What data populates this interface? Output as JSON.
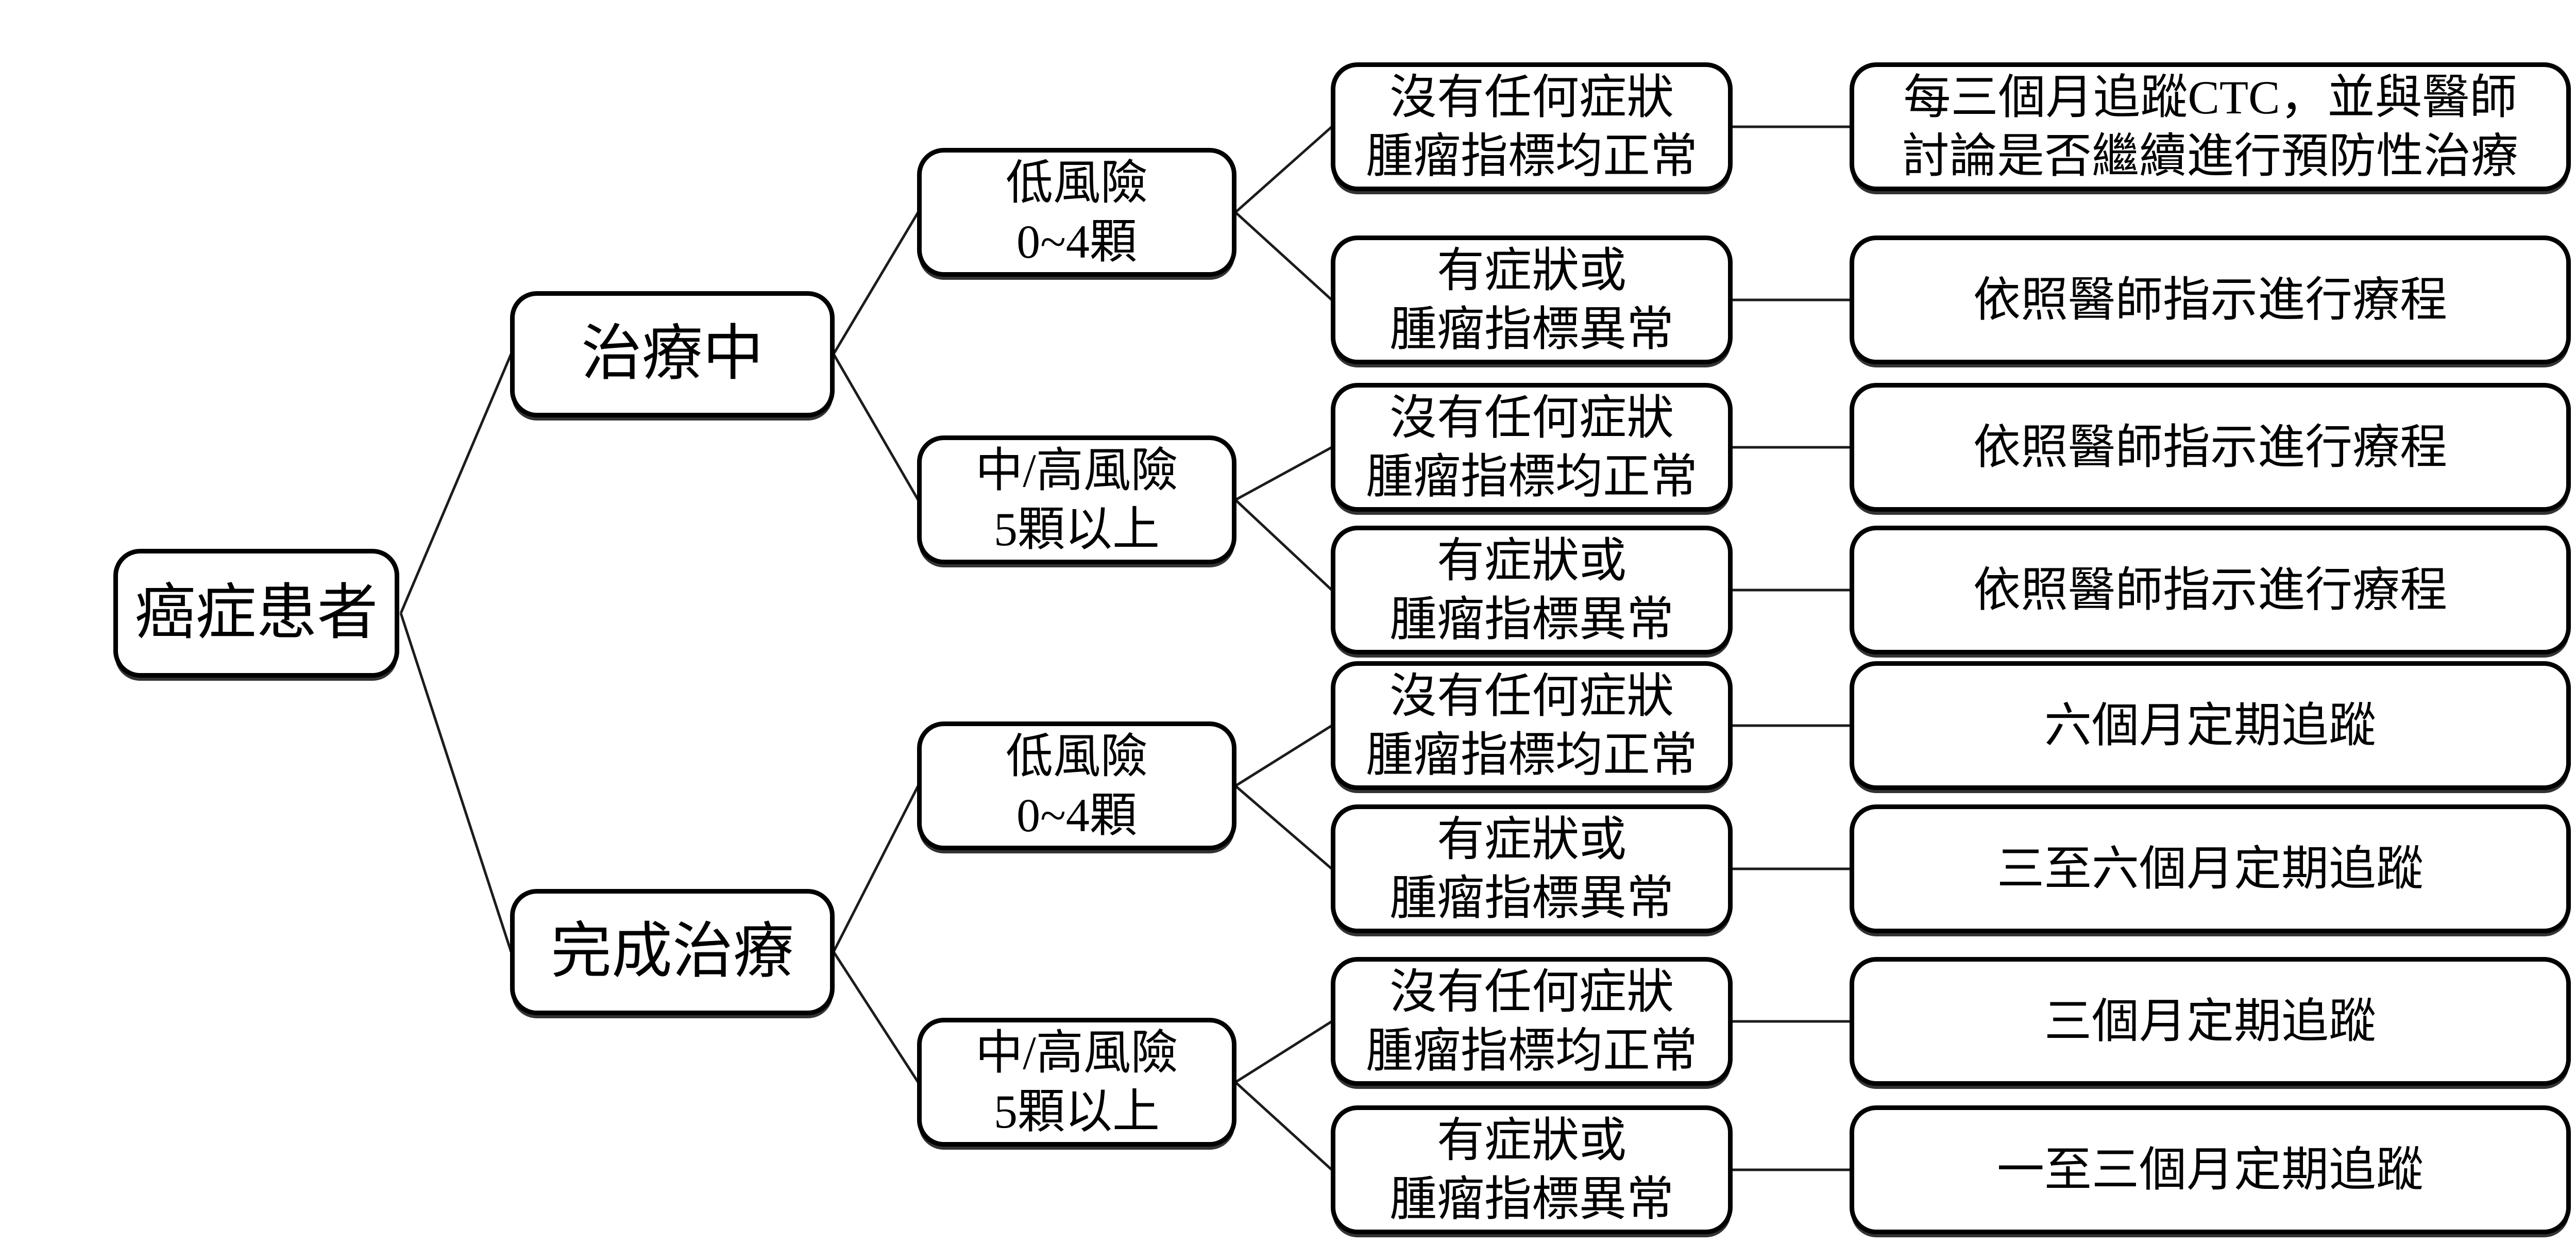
{
  "colors": {
    "background": "#ffffff",
    "box_border": "#000000",
    "connector_line": "#1c1c1c"
  },
  "flowchart": {
    "root": {
      "label": "癌症患者"
    },
    "branches": [
      {
        "label": "治療中",
        "risks": [
          {
            "label": "低風險\n0~4顆",
            "cases": [
              {
                "condition": "沒有任何症狀\n腫瘤指標均正常",
                "action": "每三個月追蹤CTC，並與醫師\n討論是否繼續進行預防性治療"
              },
              {
                "condition": "有症狀或\n腫瘤指標異常",
                "action": "依照醫師指示進行療程"
              }
            ]
          },
          {
            "label": "中/高風險\n5顆以上",
            "cases": [
              {
                "condition": "沒有任何症狀\n腫瘤指標均正常",
                "action": "依照醫師指示進行療程"
              },
              {
                "condition": "有症狀或\n腫瘤指標異常",
                "action": "依照醫師指示進行療程"
              }
            ]
          }
        ]
      },
      {
        "label": "完成治療",
        "risks": [
          {
            "label": "低風險\n0~4顆",
            "cases": [
              {
                "condition": "沒有任何症狀\n腫瘤指標均正常",
                "action": "六個月定期追蹤"
              },
              {
                "condition": "有症狀或\n腫瘤指標異常",
                "action": "三至六個月定期追蹤"
              }
            ]
          },
          {
            "label": "中/高風險\n5顆以上",
            "cases": [
              {
                "condition": "沒有任何症狀\n腫瘤指標均正常",
                "action": "三個月定期追蹤"
              },
              {
                "condition": "有症狀或\n腫瘤指標異常",
                "action": "一至三個月定期追蹤"
              }
            ]
          }
        ]
      }
    ]
  }
}
